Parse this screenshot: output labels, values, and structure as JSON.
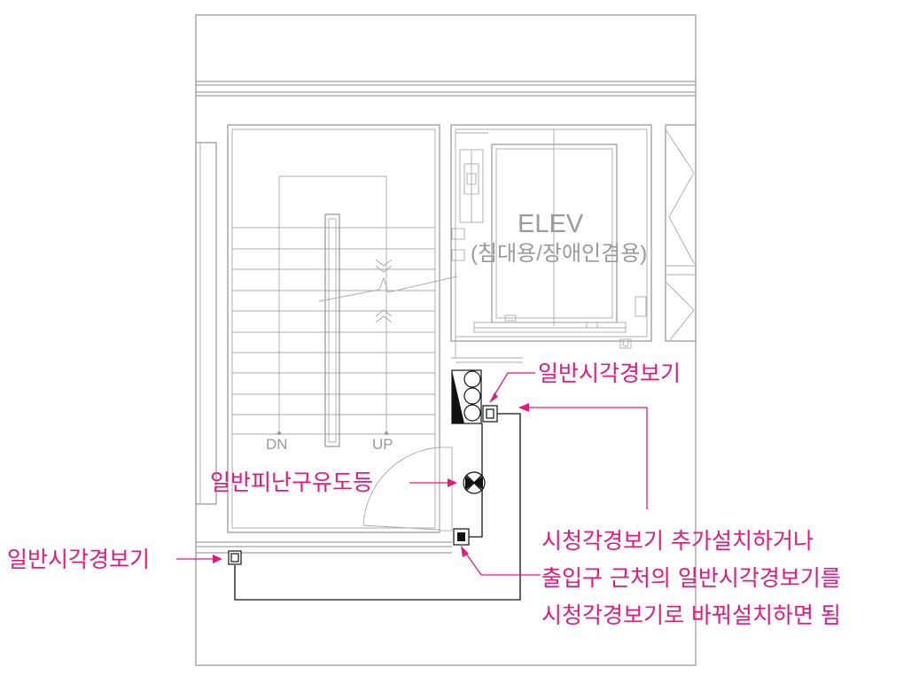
{
  "plan": {
    "elevator_label": "ELEV",
    "elevator_sub": "(침대용/장애인겸용)",
    "stair_down": "DN",
    "stair_up": "UP"
  },
  "callouts": {
    "alarm_upper": "일반시각경보기",
    "exit_light": "일반피난구유도등",
    "alarm_left": "일반시각경보기",
    "note_line1": "시청각경보기 추가설치하거나",
    "note_line2": "출입구 근처의 일반시각경보기를",
    "note_line3": "시청각경보기로 바꿔설치하면 됨"
  },
  "colors": {
    "callout": "#e6177e",
    "wall": "#8a8a8a",
    "wiring": "#111111"
  }
}
